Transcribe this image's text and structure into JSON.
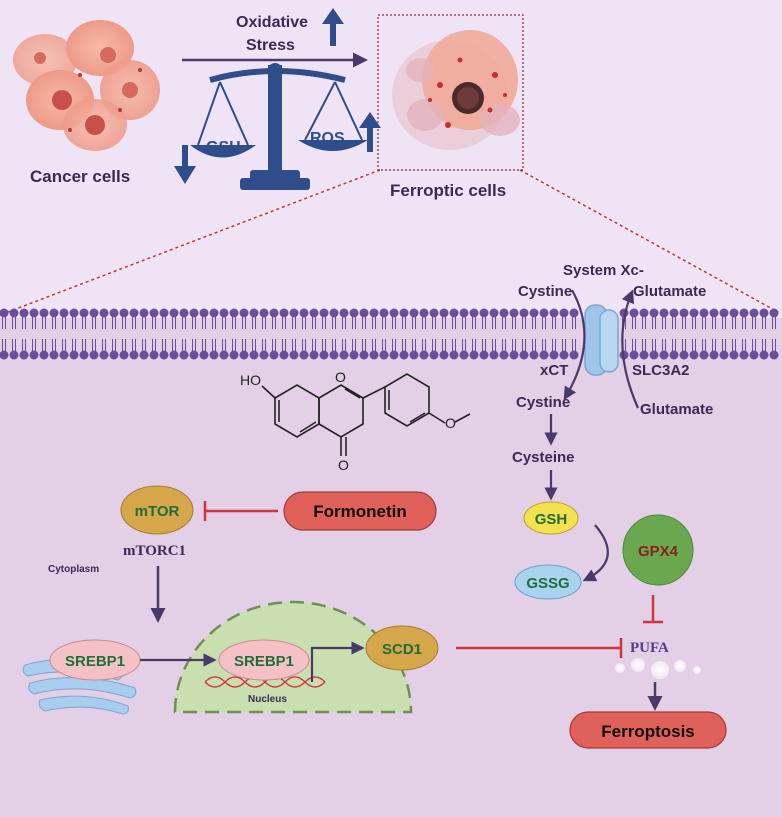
{
  "top": {
    "cancer_cells": "Cancer cells",
    "ferroptic_cells": "Ferroptic cells",
    "oxidative_line1": "Oxidative",
    "oxidative_line2": "Stress",
    "gsh": "GSH",
    "ros": "ROS"
  },
  "membrane": {
    "system_xc": "System Xc-",
    "cystine_out": "Cystine",
    "glutamate_out": "Glutamate",
    "xct": "xCT",
    "slc3a2": "SLC3A2",
    "cystine_in": "Cystine",
    "glutamate_in": "Glutamate"
  },
  "pathway": {
    "cysteine": "Cysteine",
    "gsh": "GSH",
    "gssg": "GSSG",
    "gpx4": "GPX4",
    "pufa": "PUFA",
    "ferroptosis": "Ferroptosis",
    "mtor": "mTOR",
    "mtorc1": "mTORC1",
    "formonetin": "Formonetin",
    "cytoplasm": "Cytoplasm",
    "srebp1_cyto": "SREBP1",
    "srebp1_nuc": "SREBP1",
    "scd1": "SCD1",
    "nucleus": "Nucleus",
    "molecule_oh": "HO",
    "molecule_o_ring": "O",
    "molecule_o_keto": "O",
    "molecule_o_methoxy": "O"
  },
  "colors": {
    "top_bg": "#efe4f5",
    "cell_bg": "#e3cfe6",
    "text_dark": "#3b2a55",
    "arrow_purple": "#4a3a6a",
    "inhibit_red": "#d0343c",
    "scale_blue": "#2f4d8a",
    "green_text": "#1f6e3c",
    "pill_red": "#e0605a",
    "mtor_fill": "#d5a64a",
    "gsh_fill": "#f4e14e",
    "gssg_fill": "#a9d3ee",
    "gpx4_fill": "#6aa84f",
    "srebp1_fill": "#f4c2c6"
  }
}
